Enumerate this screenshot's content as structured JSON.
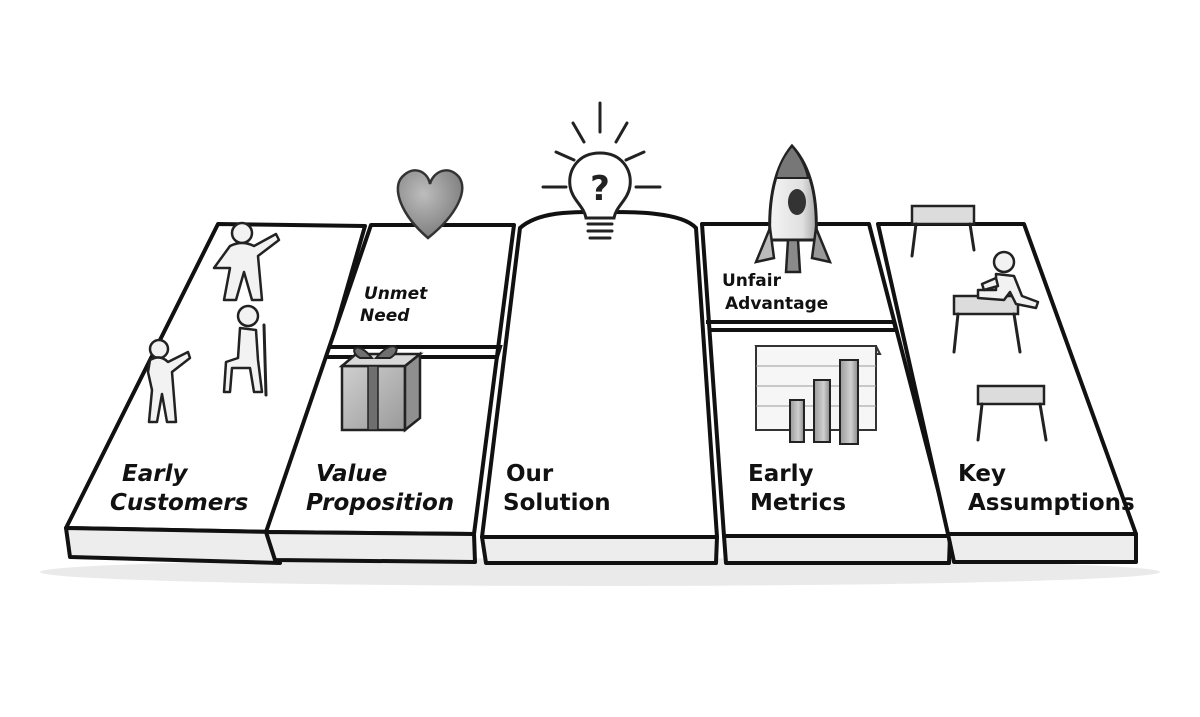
{
  "blocks": {
    "early_customers": {
      "line1": "Early",
      "line2": "Customers"
    },
    "value_proposition": {
      "line1": "Value",
      "line2": "Proposition"
    },
    "unmet_need": {
      "line1": "Unmet",
      "line2": "Need"
    },
    "our_solution": {
      "line1": "Our",
      "line2": "Solution"
    },
    "unfair_advantage": {
      "line1": "Unfair",
      "line2": "Advantage"
    },
    "early_metrics": {
      "line1": "Early",
      "line2": "Metrics"
    },
    "key_assumptions": {
      "line1": "Key",
      "line2": "Assumptions"
    }
  },
  "icons": {
    "early_customers": "people-figures-icon",
    "unmet_need": "heart-icon",
    "value_proposition": "gift-box-icon",
    "our_solution": "lightbulb-question-icon",
    "unfair_advantage": "rocket-icon",
    "early_metrics": "bar-chart-icon",
    "key_assumptions": "hurdles-runner-icon"
  }
}
